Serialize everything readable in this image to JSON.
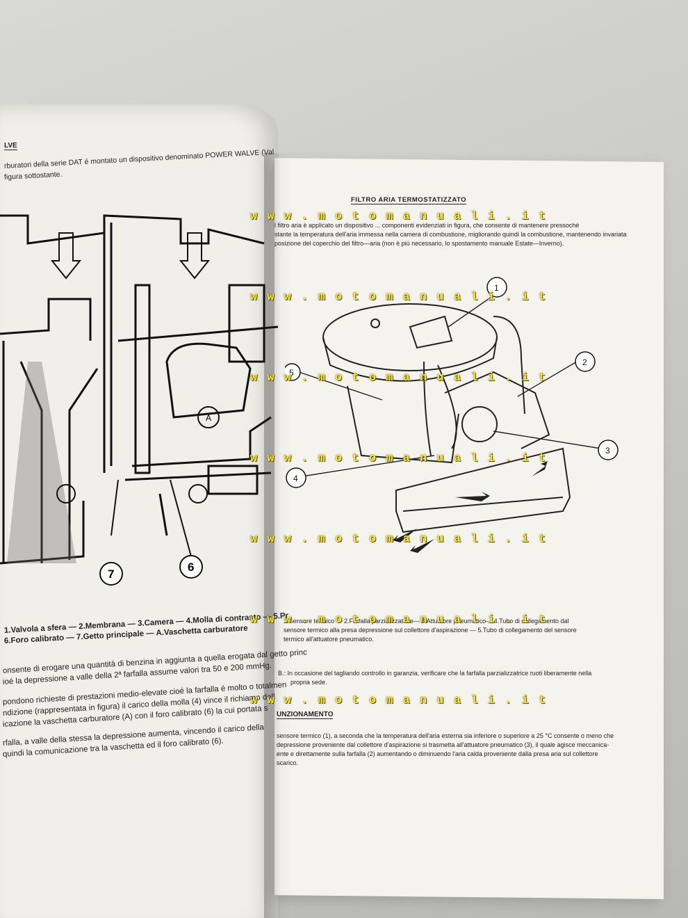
{
  "watermark": "w w w . m o t o m a n u a l i . i t",
  "left_page": {
    "section_title": "LVE",
    "intro_line1": "rburatori della serie DAT é montato un dispositivo denominato POWER WALVE (Val",
    "intro_line2": "figura sottostante.",
    "diagram_labels": {
      "num7": "7",
      "num6": "6",
      "letterA": "A"
    },
    "caption_line1": "1.Valvola a sfera — 2.Membrana — 3.Camera — 4.Molla di contrasto — 5.Pr",
    "caption_line2": "6.Foro calibrato — 7.Getto principale — A.Vaschetta carburatore",
    "body": [
      "onsente di erogare una quantità di benzina in aggiunta a quella erogata dal getto princ",
      "ioé la depressione a valle della 2ª farfalla assume valori tra 50 e 200 mmHg.",
      "pondono richieste di prestazioni medio-elevate cioé la farfalla é molto o totalmen",
      "ndizione (rappresentata in figura) il carico della molla (4) vince il richiamo dell",
      "icazione la vaschetta carburatore (A) con il foro calibrato (6) la cui portata s",
      "rfalla, a valle della stessa la depressione aumenta, vincendo il carico della",
      "quindi la comunicazione tra la vaschetta ed il foro calibrato (6)."
    ]
  },
  "right_page": {
    "title": "FILTRO ARIA TERMOSTATIZZATO",
    "intro": [
      "l filtro aria è applicato un dispositivo ... componenti evidenziati in figura, che consente di mantenere pressoché",
      "stante la temperatura dell'aria immessa nella camera di combustione, migliorando quindi la combustione, mantenendo invariata",
      "posizione del coperchio del filtro—aria (non è più necessario, lo spostamento manuale Estate—Inverno)."
    ],
    "callouts": {
      "c1": "1",
      "c2": "2",
      "c3": "3",
      "c4": "4",
      "c5": "5"
    },
    "caption": [
      "1.Sensore termico — 2.Farfalla parzializzatrice— 3.Attuatore pneumatico— 4.Tubo di collegamento dal",
      "sensore termico alla presa depressione sul collettore d'aspirazione — 5.Tubo di collegamento del sensore",
      "termico all'attuatore pneumatico."
    ],
    "note": [
      "B.: In occasione del tagliando controllo in garanzia, verificare che la farfalla parzializzatrice ruoti liberamente nella",
      "propria sede."
    ],
    "section2_title": "UNZIONAMENTO",
    "section2_body": [
      "sensore termico (1), a seconda che la temperatura dell'aria esterna sia inferiore o superiore a 25 °C consente o meno che",
      "depressione proveniente dal collettore d'aspirazione si trasmetta all'attuatore pneumatico (3), il quale agisce meccanica-",
      "ente e direttamente sulla farfalla (2) aumentando o diminuendo l'aria calda proveniente dalla presa aria sul collettore",
      "scarico."
    ]
  }
}
